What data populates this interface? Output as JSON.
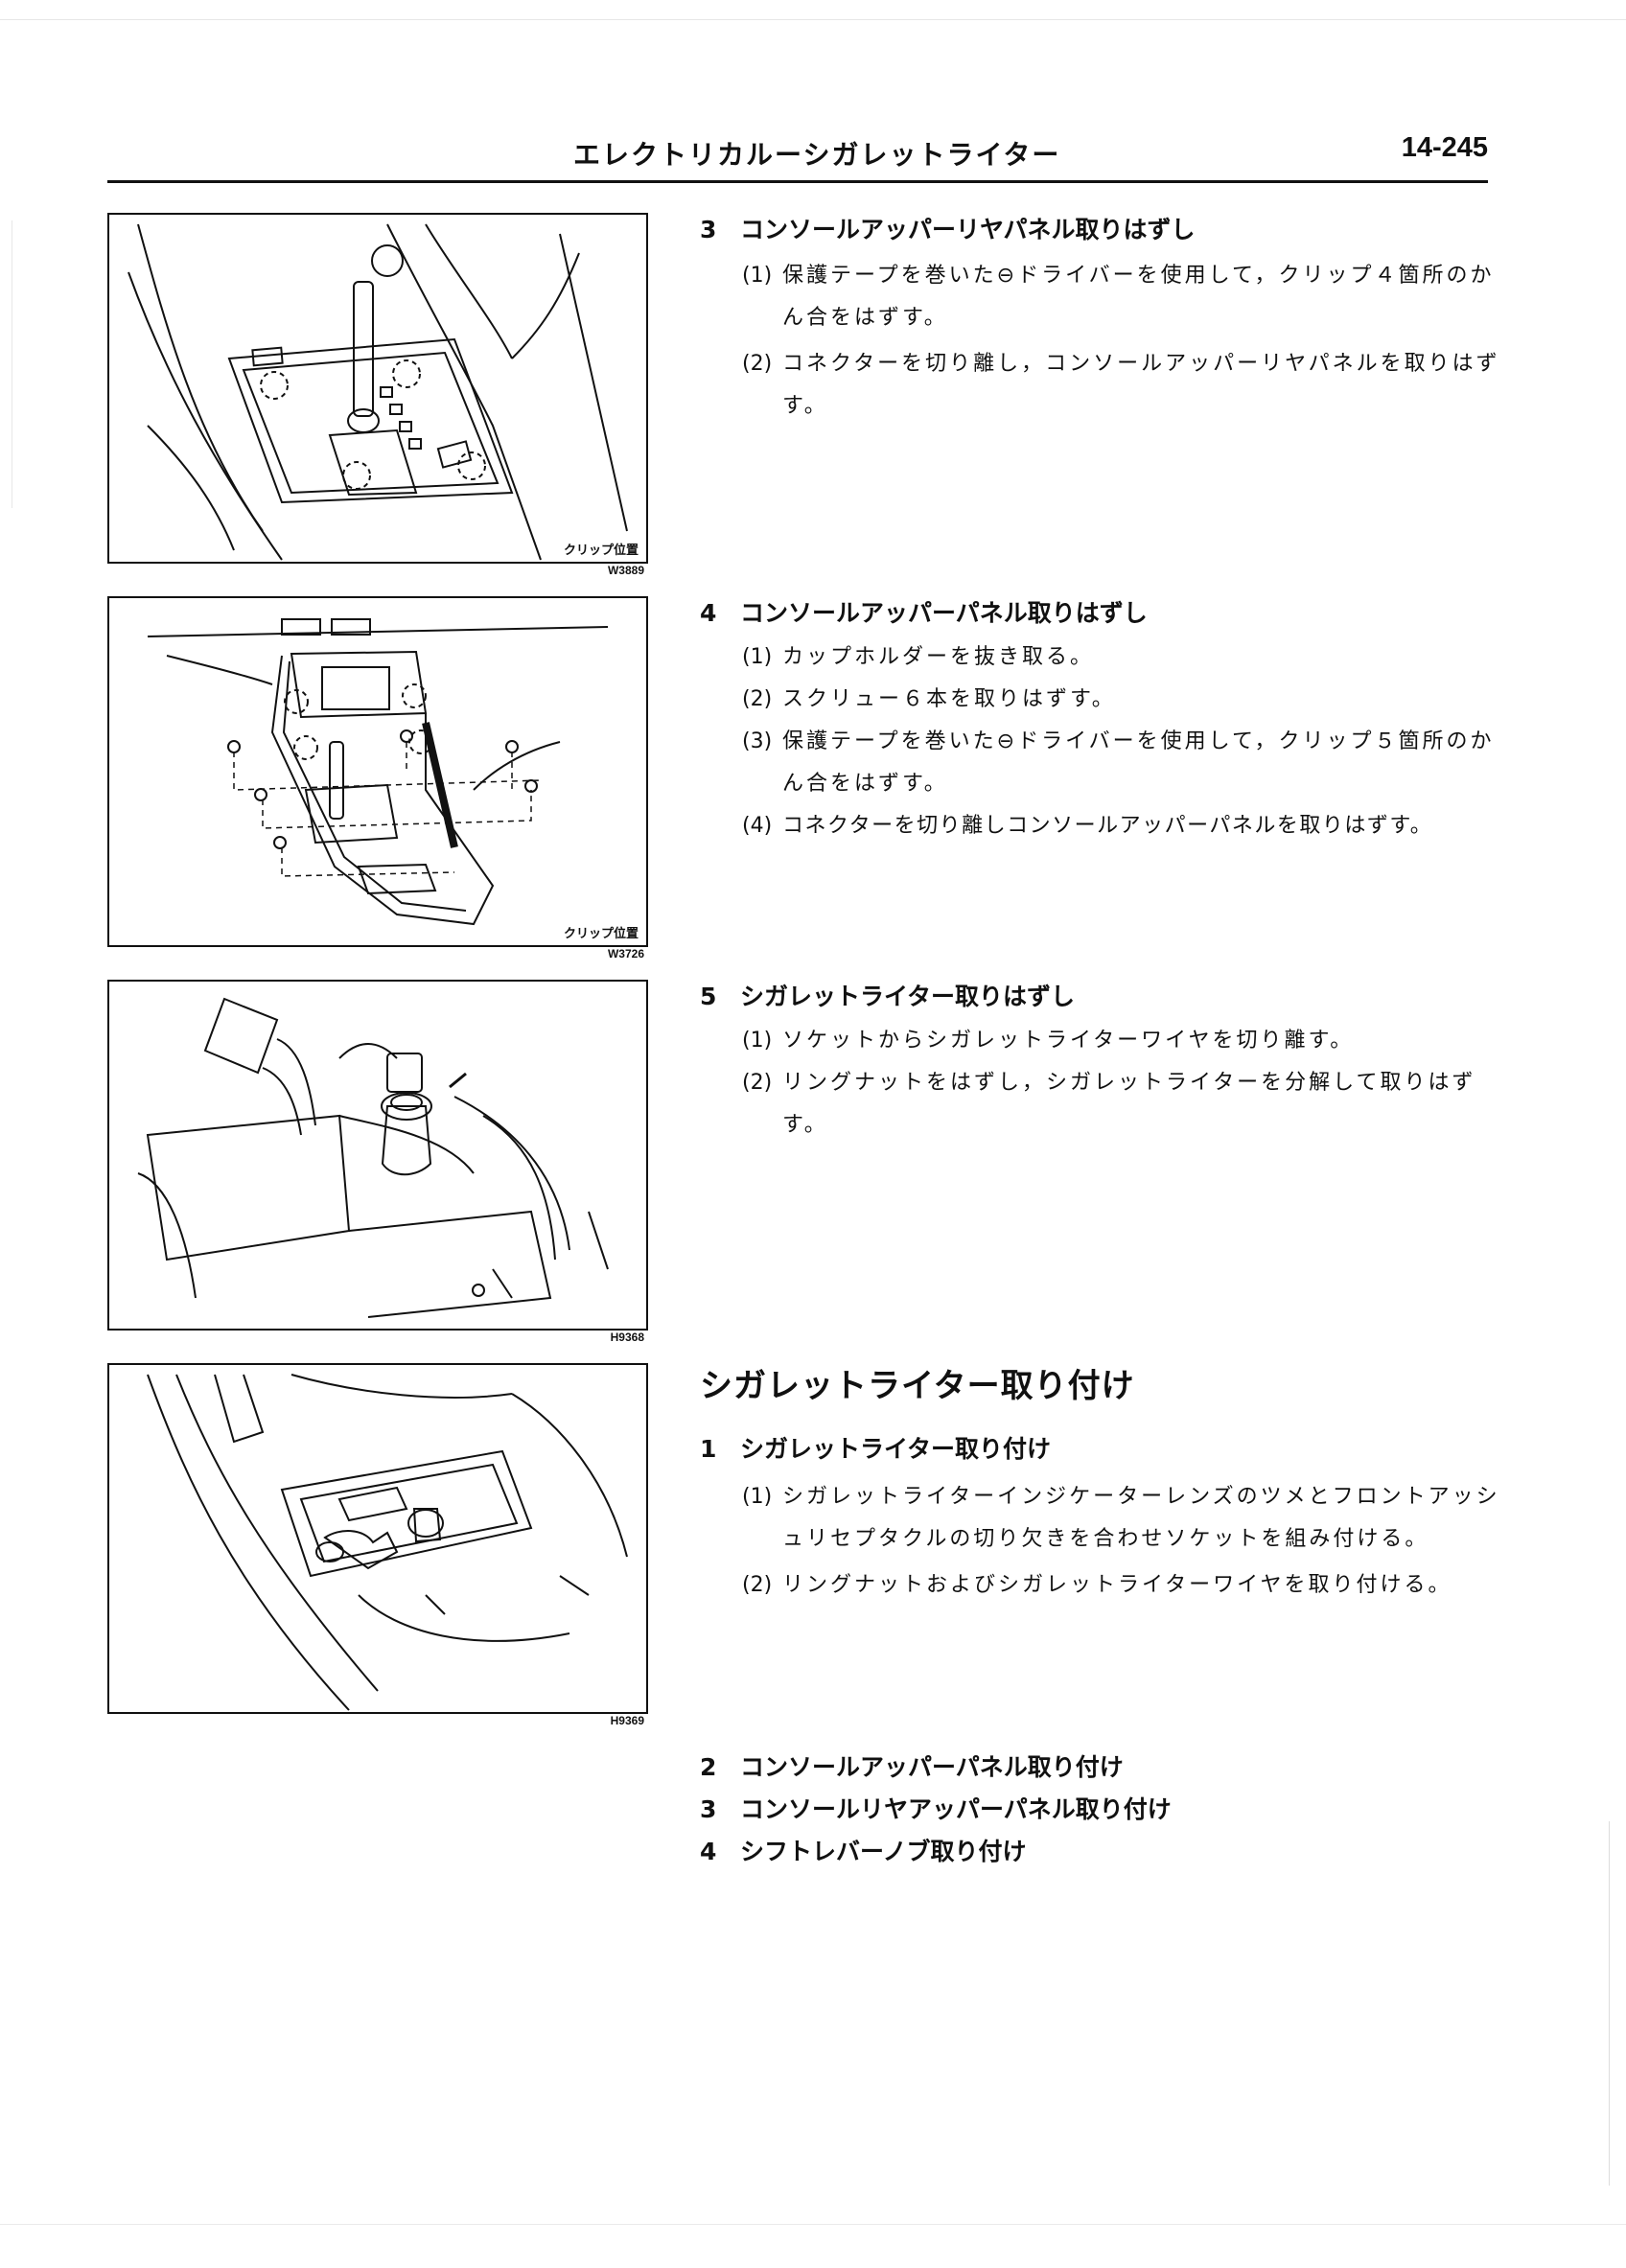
{
  "header": {
    "title": "エレクトリカルーシガレットライター",
    "page": "14-245"
  },
  "figures": [
    {
      "code": "W3889",
      "caption": "クリップ位置"
    },
    {
      "code": "W3726",
      "caption": "クリップ位置"
    },
    {
      "code": "H9368",
      "caption": ""
    },
    {
      "code": "H9369",
      "caption": ""
    }
  ],
  "steps": {
    "s3": {
      "num": "3",
      "title": "コンソールアッパーリヤパネル取りはずし",
      "items": [
        {
          "num": "(1)",
          "text": "保護テープを巻いた⊖ドライバーを使用して，クリップ４箇所のかん合をはずす。"
        },
        {
          "num": "(2)",
          "text": "コネクターを切り離し，コンソールアッパーリヤパネルを取りはずす。"
        }
      ]
    },
    "s4": {
      "num": "4",
      "title": "コンソールアッパーパネル取りはずし",
      "items": [
        {
          "num": "(1)",
          "text": "カップホルダーを抜き取る。"
        },
        {
          "num": "(2)",
          "text": "スクリュー６本を取りはずす。"
        },
        {
          "num": "(3)",
          "text": "保護テープを巻いた⊖ドライバーを使用して，クリップ５箇所のかん合をはずす。"
        },
        {
          "num": "(4)",
          "text": "コネクターを切り離しコンソールアッパーパネルを取りはずす。"
        }
      ]
    },
    "s5": {
      "num": "5",
      "title": "シガレットライター取りはずし",
      "items": [
        {
          "num": "(1)",
          "text": "ソケットからシガレットライターワイヤを切り離す。"
        },
        {
          "num": "(2)",
          "text": "リングナットをはずし，シガレットライターを分解して取りはずす。"
        }
      ]
    }
  },
  "install": {
    "title": "シガレットライター取り付け",
    "s1": {
      "num": "1",
      "title": "シガレットライター取り付け",
      "items": [
        {
          "num": "(1)",
          "text": "シガレットライターインジケーターレンズのツメとフロントアッシュリセプタクルの切り欠きを合わせソケットを組み付ける。"
        },
        {
          "num": "(2)",
          "text": "リングナットおよびシガレットライターワイヤを取り付ける。"
        }
      ]
    },
    "list": [
      {
        "num": "2",
        "title": "コンソールアッパーパネル取り付け"
      },
      {
        "num": "3",
        "title": "コンソールリヤアッパーパネル取り付け"
      },
      {
        "num": "4",
        "title": "シフトレバーノブ取り付け"
      }
    ]
  }
}
